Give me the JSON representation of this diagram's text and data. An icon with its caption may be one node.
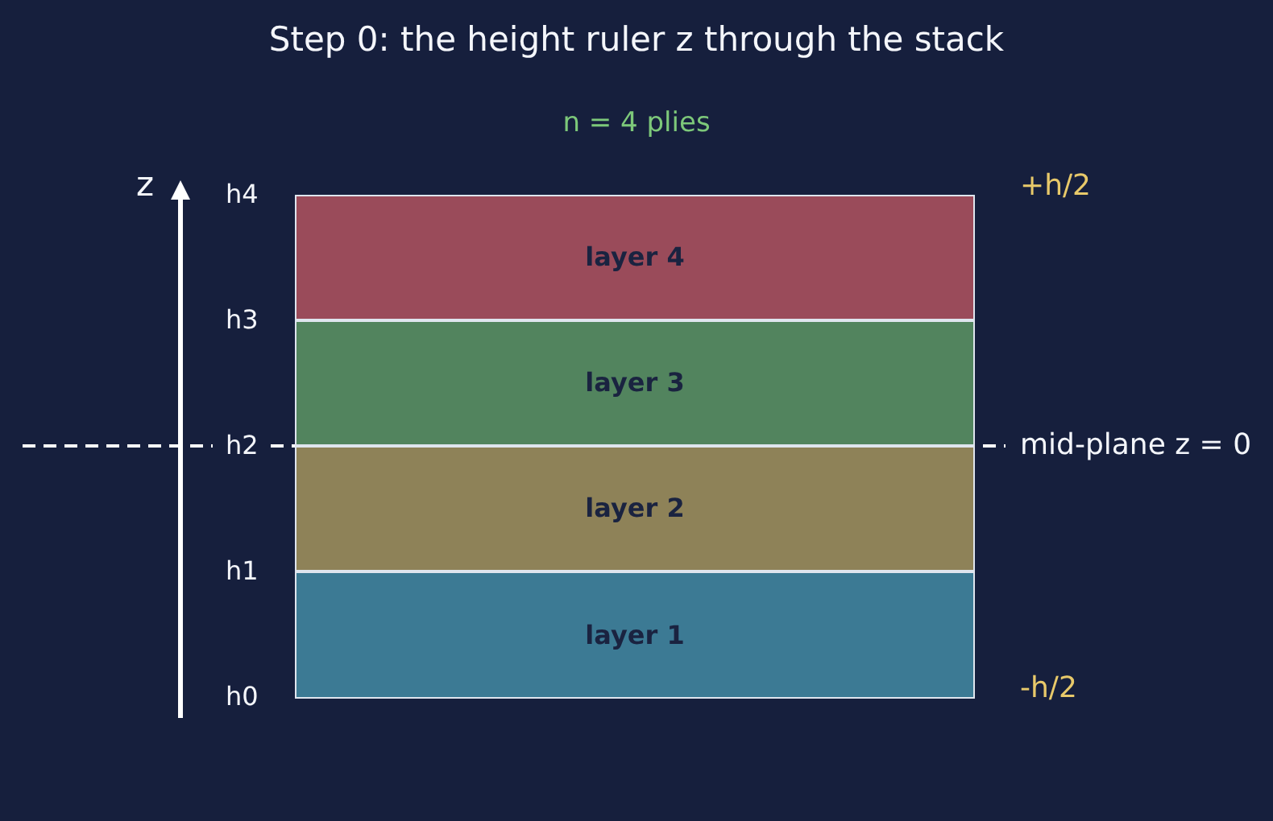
{
  "diagram": {
    "title": "Step 0: the height ruler z through the stack",
    "nodes": [
      {
        "text": [
          "layer 4"
        ]
      },
      {
        "text": [
          "layer 3"
        ]
      },
      {
        "text": [
          "layer 2"
        ]
      },
      {
        "text": [
          "layer 1"
        ]
      }
    ],
    "labels": [
      "n = 4 plies",
      "z",
      "h4",
      "+h/2",
      "h3",
      "h2",
      "mid-plane z = 0",
      "h1",
      "h0",
      "-h/2"
    ]
  }
}
